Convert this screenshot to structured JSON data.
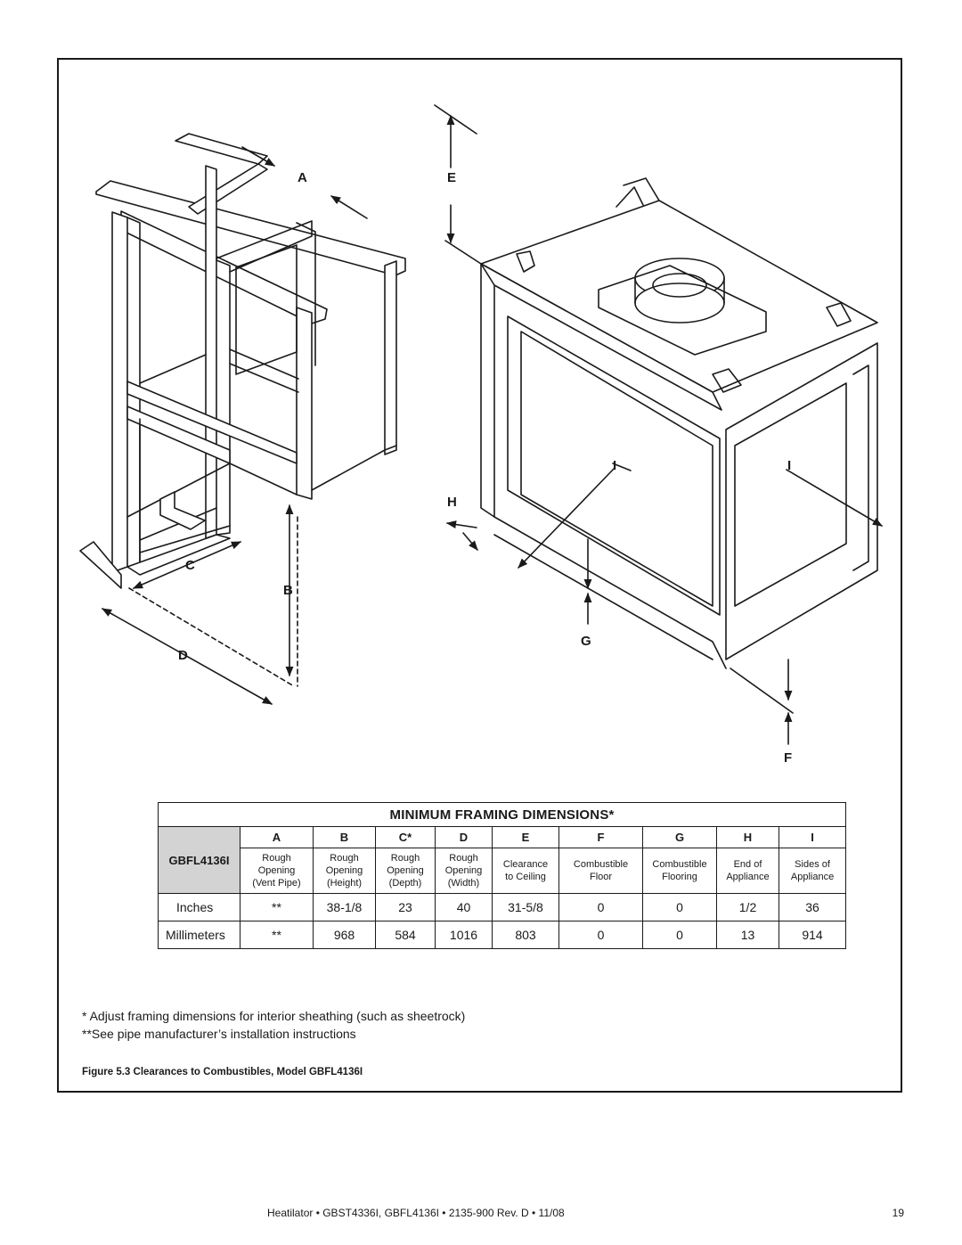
{
  "letters": {
    "a": "A",
    "b": "B",
    "c": "C",
    "d": "D",
    "e": "E",
    "f": "F",
    "g": "G",
    "h": "H",
    "i1": "I",
    "i2": "I"
  },
  "table": {
    "title": "MINIMUM FRAMING DIMENSIONS*",
    "model": "GBFL4136I",
    "columns": [
      {
        "head": "A",
        "desc": [
          "Rough",
          "Opening",
          "(Vent Pipe)"
        ]
      },
      {
        "head": "B",
        "desc": [
          "Rough",
          "Opening",
          "(Height)"
        ]
      },
      {
        "head": "C*",
        "desc": [
          "Rough",
          "Opening",
          "(Depth)"
        ]
      },
      {
        "head": "D",
        "desc": [
          "Rough",
          "Opening",
          "(Width)"
        ]
      },
      {
        "head": "E",
        "desc": [
          "Clearance",
          "to Ceiling"
        ]
      },
      {
        "head": "F",
        "desc": [
          "Combustible",
          "Floor"
        ]
      },
      {
        "head": "G",
        "desc": [
          "Combustible",
          "Flooring"
        ]
      },
      {
        "head": "H",
        "desc": [
          "End of",
          "Appliance"
        ]
      },
      {
        "head": "I",
        "desc": [
          "Sides of",
          "Appliance"
        ]
      }
    ],
    "rows": [
      {
        "label": "Inches",
        "values": [
          "**",
          "38-1/8",
          "23",
          "40",
          "31-5/8",
          "0",
          "0",
          "1/2",
          "36"
        ]
      },
      {
        "label": "Millimeters",
        "values": [
          "**",
          "968",
          "584",
          "1016",
          "803",
          "0",
          "0",
          "13",
          "914"
        ]
      }
    ]
  },
  "notes": {
    "n1": "* Adjust framing dimensions for interior sheathing (such as sheetrock)",
    "n2": "**See pipe manufacturer’s installation instructions"
  },
  "caption": "Figure 5.3  Clearances to Combustibles, Model GBFL4136I",
  "footer": "Heatilator  •  GBST4336I, GBFL4136I  •  2135-900 Rev. D  •  11/08",
  "page_number": "19"
}
